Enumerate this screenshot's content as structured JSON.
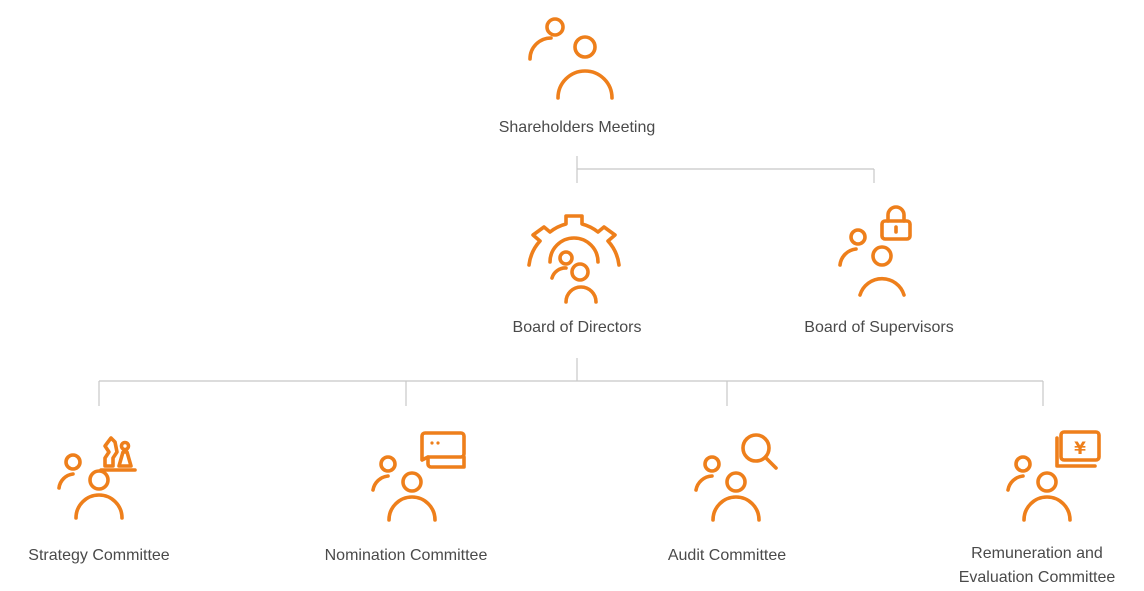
{
  "diagram": {
    "accent_color": "#ee7f1b",
    "line_color": "#c8c8c8",
    "text_color": "#4a4a4a",
    "nodes": {
      "shareholders": {
        "label": "Shareholders Meeting",
        "icon": "person-pair-icon"
      },
      "directors": {
        "label": "Board of Directors",
        "icon": "person-gear-icon"
      },
      "supervisors": {
        "label": "Board of Supervisors",
        "icon": "person-lock-icon"
      },
      "strategy": {
        "label": "Strategy Committee",
        "icon": "person-chess-icon"
      },
      "nomination": {
        "label": "Nomination Committee",
        "icon": "person-chat-icon"
      },
      "audit": {
        "label": "Audit Committee",
        "icon": "person-magnifier-icon"
      },
      "remuneration": {
        "label": "Remuneration and\nEvaluation Committee",
        "icon": "person-yen-icon"
      }
    },
    "yen_symbol": "¥"
  }
}
